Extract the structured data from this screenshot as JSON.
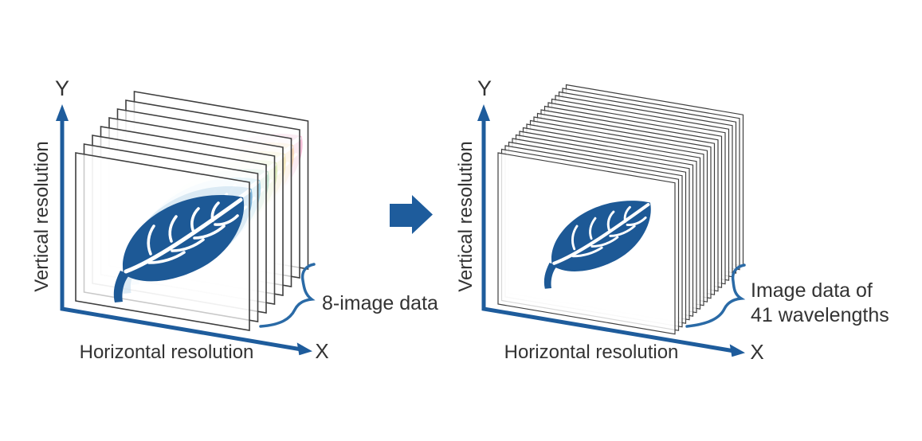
{
  "figure": {
    "left": {
      "axis_y_letter": "Y",
      "axis_x_letter": "X",
      "axis_y_label": "Vertical resolution",
      "axis_x_label": "Horizontal resolution",
      "stack_label": "8-image data",
      "image_count": 8
    },
    "right": {
      "axis_y_letter": "Y",
      "axis_x_letter": "X",
      "axis_y_label": "Vertical resolution",
      "axis_x_label": "Horizontal resolution",
      "stack_label_line1": "Image data of",
      "stack_label_line2": "41 wavelengths",
      "wavelength_count": 41
    },
    "colors": {
      "axis_blue": "#1e5c9c",
      "leaf_blue": "#1d5996",
      "brace_blue": "#2a6aa6",
      "text": "#333333",
      "plane_outline": "#3f3f3f",
      "spectrum_trail": [
        "#3d8cc4",
        "#79c2e2",
        "#a8d8c0",
        "#cfe5a2",
        "#f0e09c",
        "#f6cf9a",
        "#ec9fc4"
      ]
    }
  }
}
